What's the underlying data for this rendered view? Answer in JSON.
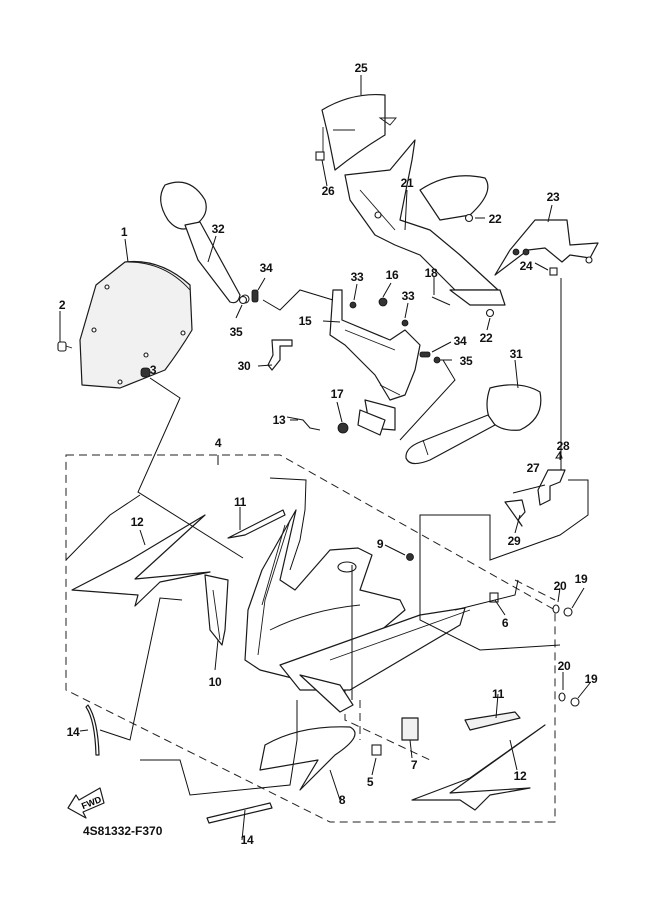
{
  "diagram": {
    "type": "exploded-parts-diagram",
    "subject": "Motorcycle front cowling assembly",
    "reference_code": "4S81332-F370",
    "direction_indicator": "FWD",
    "callouts": [
      {
        "id": "c1",
        "number": "1",
        "part": "windscreen"
      },
      {
        "id": "c2",
        "number": "2",
        "part": "windscreen-bolt"
      },
      {
        "id": "c3",
        "number": "3",
        "part": "well-nut"
      },
      {
        "id": "c4",
        "number": "4",
        "part": "front-cowling-assembly"
      },
      {
        "id": "c5",
        "number": "5",
        "part": "clip"
      },
      {
        "id": "c6",
        "number": "6",
        "part": "nut"
      },
      {
        "id": "c7",
        "number": "7",
        "part": "damper"
      },
      {
        "id": "c8",
        "number": "8",
        "part": "cowling-panel-lower"
      },
      {
        "id": "c9",
        "number": "9",
        "part": "screw"
      },
      {
        "id": "c10",
        "number": "10",
        "part": "duct-cover"
      },
      {
        "id": "c11a",
        "number": "11",
        "part": "graphic-upper"
      },
      {
        "id": "c11b",
        "number": "11",
        "part": "graphic-side"
      },
      {
        "id": "c12a",
        "number": "12",
        "part": "graphic-large-left"
      },
      {
        "id": "c12b",
        "number": "12",
        "part": "graphic-large-right"
      },
      {
        "id": "c13",
        "number": "13",
        "part": "wire-clip"
      },
      {
        "id": "c14a",
        "number": "14",
        "part": "trim-strip-side"
      },
      {
        "id": "c14b",
        "number": "14",
        "part": "trim-strip-bottom"
      },
      {
        "id": "c15",
        "number": "15",
        "part": "cowling-stay"
      },
      {
        "id": "c16",
        "number": "16",
        "part": "grommet"
      },
      {
        "id": "c17",
        "number": "17",
        "part": "nut"
      },
      {
        "id": "c18",
        "number": "18",
        "part": "bolt"
      },
      {
        "id": "c19a",
        "number": "19",
        "part": "bolt"
      },
      {
        "id": "c19b",
        "number": "19",
        "part": "bolt"
      },
      {
        "id": "c20a",
        "number": "20",
        "part": "washer"
      },
      {
        "id": "c20b",
        "number": "20",
        "part": "washer"
      },
      {
        "id": "c21",
        "number": "21",
        "part": "inner-panel"
      },
      {
        "id": "c22a",
        "number": "22",
        "part": "screw"
      },
      {
        "id": "c22b",
        "number": "22",
        "part": "screw"
      },
      {
        "id": "c23",
        "number": "23",
        "part": "inner-panel-side"
      },
      {
        "id": "c24",
        "number": "24",
        "part": "nut"
      },
      {
        "id": "c25",
        "number": "25",
        "part": "meter-cover"
      },
      {
        "id": "c26",
        "number": "26",
        "part": "nut"
      },
      {
        "id": "c27",
        "number": "27",
        "part": "bracket"
      },
      {
        "id": "c28",
        "number": "28",
        "part": "band"
      },
      {
        "id": "c29",
        "number": "29",
        "part": "stay"
      },
      {
        "id": "c30",
        "number": "30",
        "part": "stay"
      },
      {
        "id": "c31",
        "number": "31",
        "part": "rear-view-mirror-right"
      },
      {
        "id": "c32",
        "number": "32",
        "part": "rear-view-mirror-left"
      },
      {
        "id": "c33a",
        "number": "33",
        "part": "nut"
      },
      {
        "id": "c33b",
        "number": "33",
        "part": "nut"
      },
      {
        "id": "c34a",
        "number": "34",
        "part": "damper"
      },
      {
        "id": "c34b",
        "number": "34",
        "part": "damper"
      },
      {
        "id": "c35a",
        "number": "35",
        "part": "nut"
      },
      {
        "id": "c35b",
        "number": "35",
        "part": "nut"
      }
    ]
  }
}
